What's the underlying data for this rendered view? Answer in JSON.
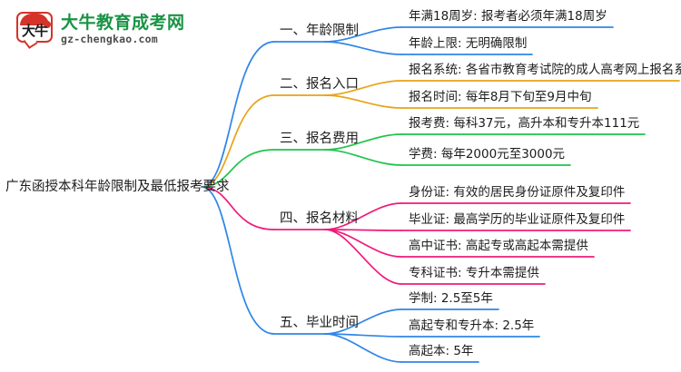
{
  "logo": {
    "mark_glyph": "大牛",
    "title": "大牛教育成考网",
    "subtitle": "gz-chengkao.com",
    "mark_color": "#d4342a",
    "title_color": "#1a9345",
    "subtitle_color": "#4d4d4d"
  },
  "mindmap": {
    "root": "广东函授本科年龄限制及最低报考要求",
    "branches": [
      {
        "label": "一、年龄限制",
        "color": "#2f86e8",
        "leaves": [
          "年满18周岁: 报考者必须年满18周岁",
          "年龄上限: 无明确限制"
        ]
      },
      {
        "label": "二、报名入口",
        "color": "#e8a317",
        "leaves": [
          "报名系统: 各省市教育考试院的成人高考网上报名系统",
          "报名时间: 每年8月下旬至9月中旬"
        ]
      },
      {
        "label": "三、报名费用",
        "color": "#1fc44d",
        "leaves": [
          "报考费: 每科37元，高升本和专升本111元",
          "学费: 每年2000元至3000元"
        ]
      },
      {
        "label": "四、报名材料",
        "color": "#f01b7a",
        "leaves": [
          "身份证: 有效的居民身份证原件及复印件",
          "毕业证: 最高学历的毕业证原件及复印件",
          "高中证书: 高起专或高起本需提供",
          "专科证书: 专升本需提供"
        ]
      },
      {
        "label": "五、毕业时间",
        "color": "#2f86e8",
        "leaves": [
          "学制: 2.5至5年",
          "高起专和专升本: 2.5年",
          "高起本: 5年"
        ]
      }
    ]
  }
}
